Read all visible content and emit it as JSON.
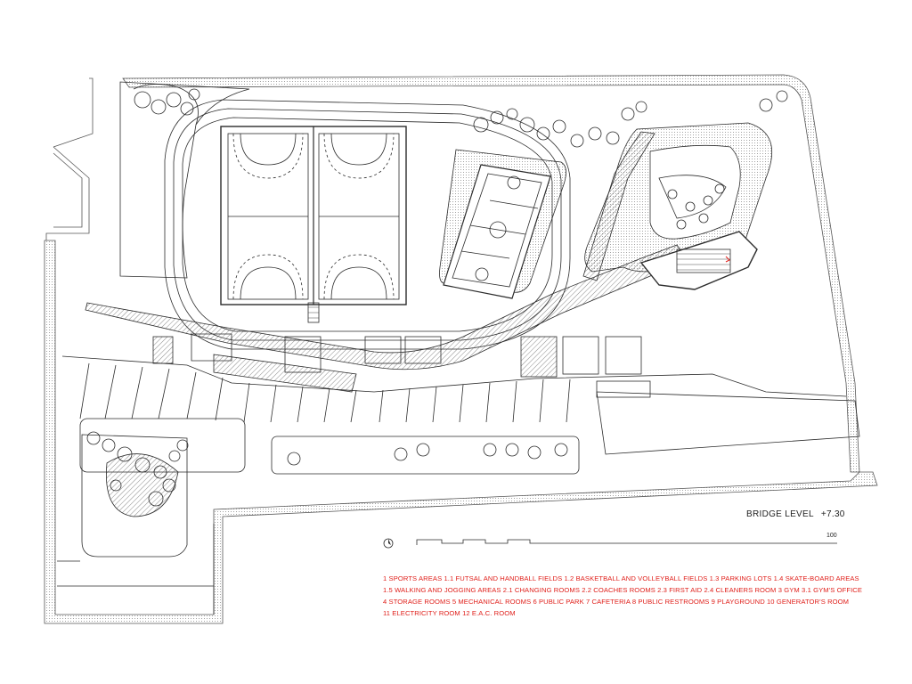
{
  "level": {
    "name": "BRIDGE LEVEL",
    "elevation": "+7.30"
  },
  "scale": {
    "max": "100"
  },
  "legend": {
    "line1": "1 SPORTS AREAS   1.1 FUTSAL AND HANDBALL FIELDS   1.2 BASKETBALL AND VOLLEYBALL FIELDS   1.3 PARKING LOTS   1.4 SKATE-BOARD AREAS",
    "line2": "1.5 WALKING AND JOGGING AREAS   2.1 CHANGING ROOMS   2.2 COACHES ROOMS   2.3 FIRST AID   2.4 CLEANERS ROOM   3 GYM   3.1 GYM'S OFFICE",
    "line3": "4 STORAGE ROOMS   5 MECHANICAL ROOMS   6 PUBLIC PARK   7 CAFETERIA   8 PUBLIC RESTROOMS   9 PLAYGROUND   10 GENERATOR'S ROOM",
    "line4": "11 ELECTRICITY ROOM   12 E.A.C. ROOM"
  },
  "colors": {
    "line": "#2b2b2b",
    "legend_text": "#e0201b",
    "hatch": "#555555"
  },
  "icons": [
    "north-arrow-icon"
  ]
}
